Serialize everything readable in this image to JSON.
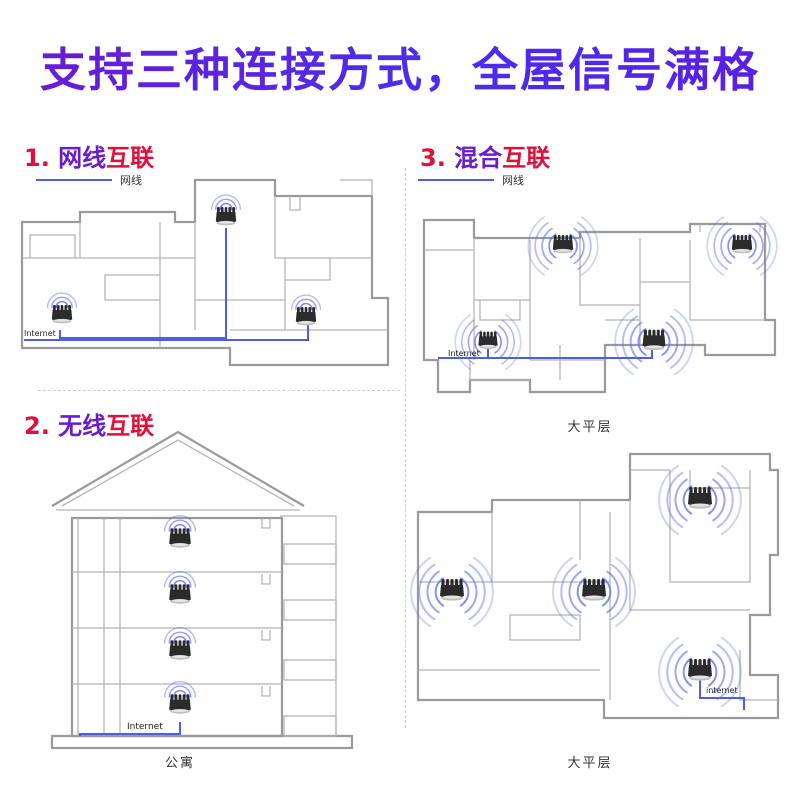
{
  "headline": "支持三种连接方式，全屋信号满格",
  "sections": {
    "wired": {
      "number": "1. ",
      "accent": "网线",
      "rest": "互联",
      "legend": "网线",
      "net_label": "Internet"
    },
    "wireless": {
      "number": "2. ",
      "accent": "无线",
      "rest": "互联",
      "net_label": "Internet",
      "caption": "公寓"
    },
    "hybrid": {
      "number": "3. ",
      "accent": "混合",
      "rest": "互联",
      "legend": "网线",
      "net_label": "Internet",
      "caption": "大平层"
    },
    "flat": {
      "net_label": "internet",
      "caption": "大平层"
    }
  },
  "colors": {
    "title_purple": "#6a1bd1",
    "title_red": "#e0103a",
    "cable_blue": "#4a5ee8",
    "wave_blue": "#5b6cf0"
  },
  "icons": {
    "router": "mesh-router-icon",
    "signal": "wifi-waves-icon"
  }
}
